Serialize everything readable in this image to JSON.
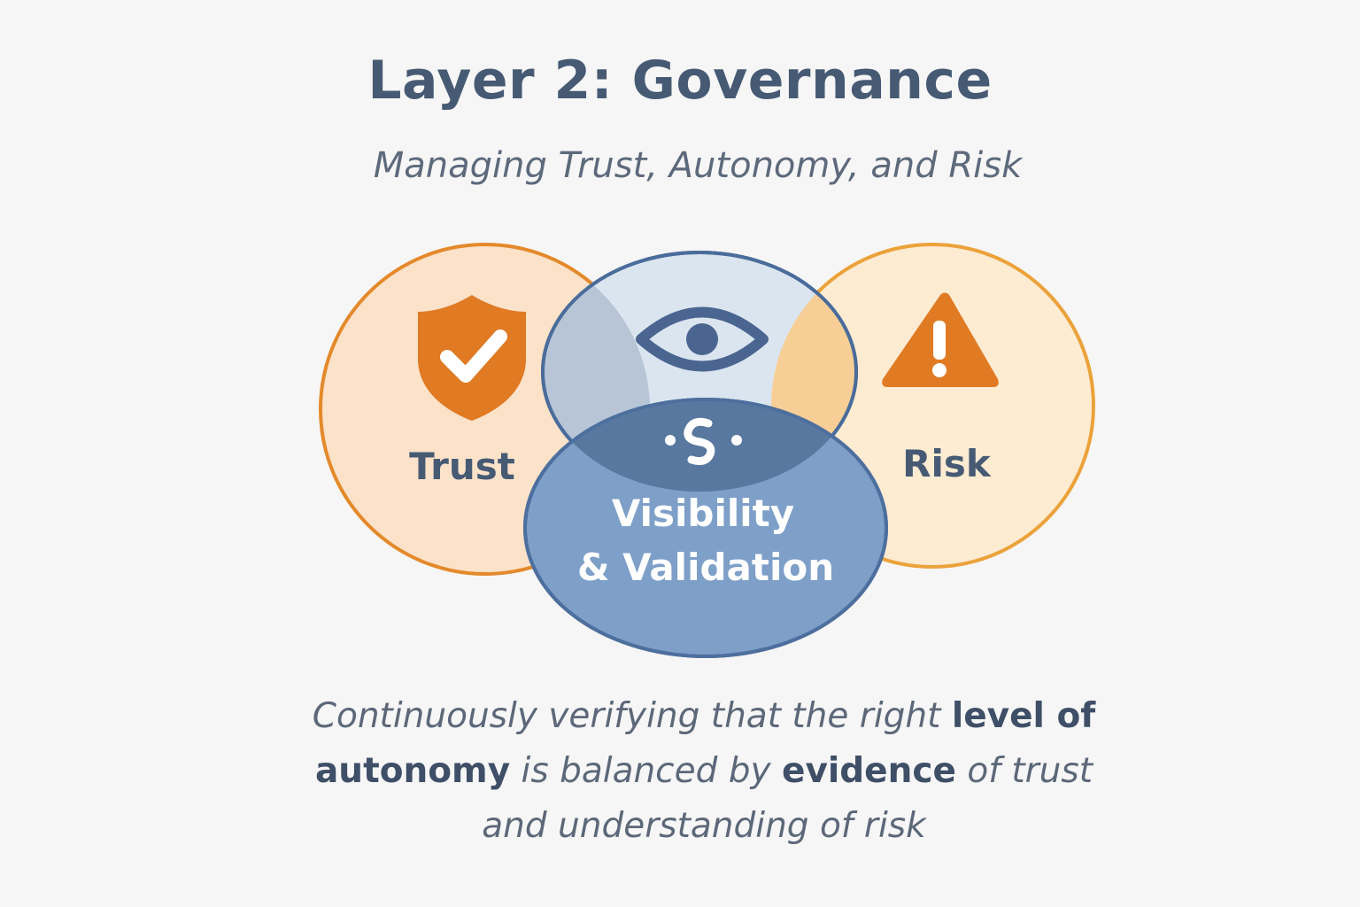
{
  "title": "Layer 2: Governance",
  "subtitle": "Managing Trust, Autonomy, and Risk",
  "circles": {
    "trust": {
      "label": "Trust",
      "icon": "shield-check-icon"
    },
    "visibility": {
      "icon": "eye-icon"
    },
    "validation": {
      "label_line1": "Visibility",
      "label_line2": "& Validation",
      "icon": "cycle-icon"
    },
    "risk": {
      "label": "Risk",
      "icon": "warning-triangle-icon"
    }
  },
  "caption": {
    "part1": "Continuously verifying that the right ",
    "bold1": "level of autonomy",
    "part2": " is balanced by ",
    "bold2": "evidence",
    "part3": " of trust and understanding of risk"
  },
  "colors": {
    "orange": "#e07e22",
    "orange_fill": "#fbe1c7",
    "blue_dark": "#4a6c9b",
    "blue_light": "#dbe5ef",
    "text_dark": "#465a74"
  }
}
